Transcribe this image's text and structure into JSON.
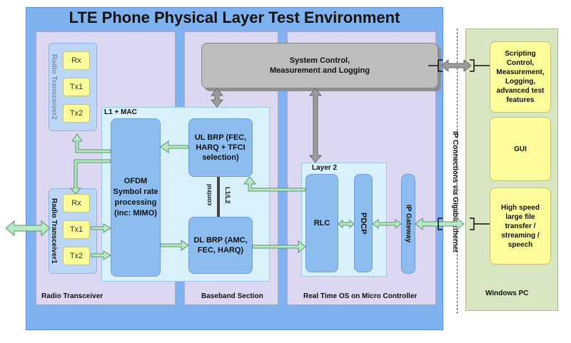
{
  "title": "LTE Phone Physical Layer Test Environment",
  "sections": {
    "radio": "Radio Transceiver",
    "baseband": "Baseband Section",
    "rtos": "Real Time OS on Micro Controller"
  },
  "system_control": "System Control, Measurement and Logging",
  "transceiver2": {
    "label": "Radio Transceiver2",
    "rx": "Rx",
    "tx1": "Tx1",
    "tx2": "Tx2"
  },
  "transceiver1": {
    "label": "Radio Transceiver1",
    "rx": "Rx",
    "tx1": "Tx1",
    "tx2": "Tx2"
  },
  "l1mac": {
    "label": "L1 + MAC",
    "ofdm": "OFDM Symbol rate processing (inc: MIMO)",
    "ul_brp": "UL BRP (FEC, HARQ + TFCI selection)",
    "dl_brp": "DL BRP (AMC, FEC, HARQ)",
    "control_a": "control",
    "control_b": "L1/L2"
  },
  "layer2": {
    "label": "Layer 2",
    "rlc": "RLC",
    "pdcp": "PDCP",
    "ipgw": "IP Gateway"
  },
  "ip_connections": "IP Connections via Gigabit Ethernet",
  "windows_pc": {
    "label": "Windows PC",
    "scripting": "Scripting Control, Measurement, Logging, advanced test features",
    "gui": "GUI",
    "transfer": "High speed large file transfer / streaming / speech"
  },
  "colors": {
    "outer": "#7fb2ee",
    "column": "#dcd8f2",
    "block": "#8dbcef",
    "yellow": "#fcfc9a",
    "arrow": "#b4ebc4",
    "grey": "#bdbdbd"
  }
}
